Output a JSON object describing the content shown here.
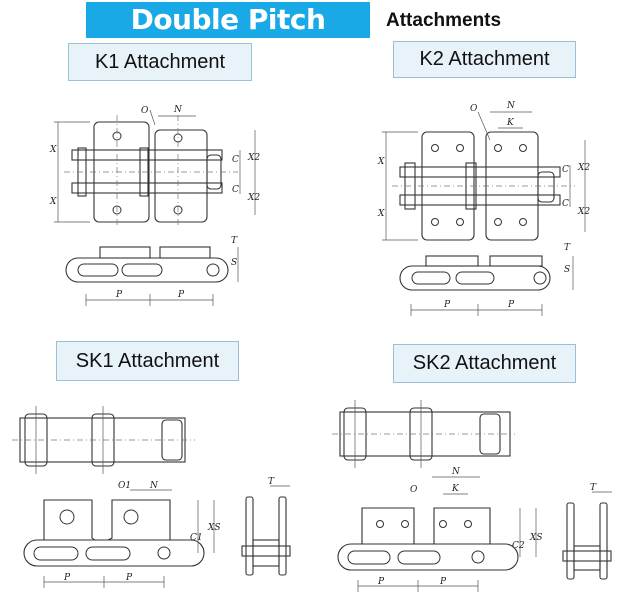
{
  "header": {
    "title": "Double Pitch Chain",
    "subtitle": "Attachments"
  },
  "sections": {
    "k1": {
      "label": "K1 Attachment"
    },
    "k2": {
      "label": "K2 Attachment"
    },
    "sk1": {
      "label": "SK1 Attachment"
    },
    "sk2": {
      "label": "SK2 Attachment"
    }
  },
  "dims": {
    "O": "O",
    "N": "N",
    "K": "K",
    "X": "X",
    "C": "C",
    "X2": "X2",
    "T": "T",
    "S": "S",
    "P": "P",
    "O1": "O1",
    "C1": "C1",
    "C2": "C2",
    "XS": "XS"
  }
}
